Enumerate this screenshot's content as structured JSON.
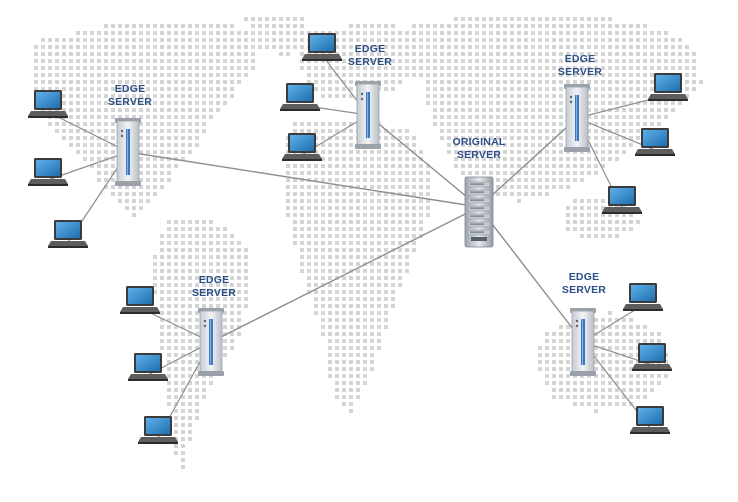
{
  "diagram": {
    "colors": {
      "map_dots": "#d4d4d4",
      "links": "#8e8e8e",
      "label_text": "#2b4f86",
      "server_body": "#d9dde3",
      "server_accent": "#3a78c2",
      "laptop_screen": "#2f86c8",
      "laptop_body": "#3b3b3b"
    },
    "origin": {
      "label_line1": "ORIGINAL",
      "label_line2": "SERVER"
    },
    "edge_servers": [
      {
        "id": "edge-1",
        "label_line1": "EDGE",
        "label_line2": "SERVER"
      },
      {
        "id": "edge-2",
        "label_line1": "EDGE",
        "label_line2": "SERVER"
      },
      {
        "id": "edge-3",
        "label_line1": "EDGE",
        "label_line2": "SERVER"
      },
      {
        "id": "edge-4",
        "label_line1": "EDGE",
        "label_line2": "SERVER"
      },
      {
        "id": "edge-5",
        "label_line1": "EDGE",
        "label_line2": "SERVER"
      }
    ],
    "client_icon": "laptop-icon",
    "server_icon": "server-tower-icon",
    "background": "world-map-dots"
  }
}
